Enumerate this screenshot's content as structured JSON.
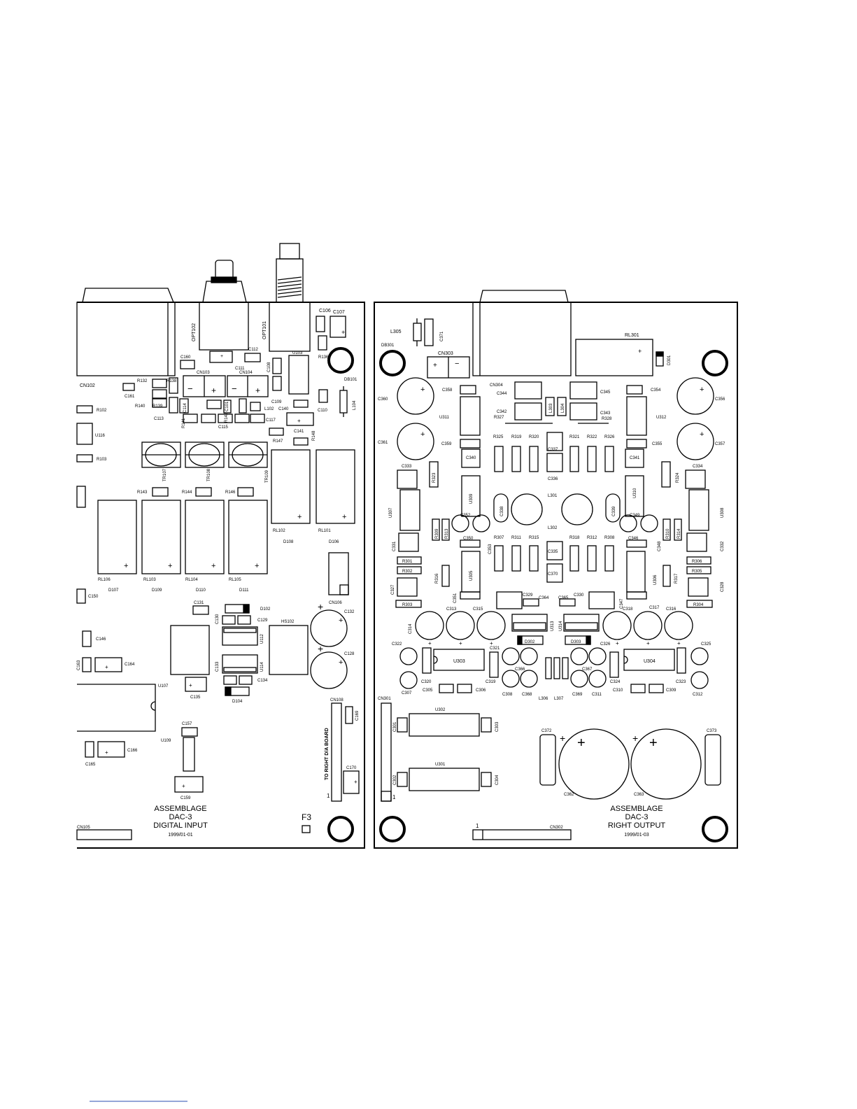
{
  "left_board": {
    "title_lines": [
      "ASSEMBLAGE",
      "DAC-3",
      "DIGITAL INPUT"
    ],
    "date": "1999/01-01",
    "fuse_label": "F3",
    "side_note": "TO RIGHT D/A BOARD",
    "pin1_label": "1"
  },
  "right_board": {
    "title_lines": [
      "ASSEMBLAGE",
      "DAC-3",
      "RIGHT OUTPUT"
    ],
    "date": "1999/01-03",
    "pin1_label": "1"
  },
  "labels": {
    "CN102": "CN102",
    "OPT102": "OPT102",
    "OPT101": "OPT101",
    "C106": "C106",
    "C107": "C107",
    "R136": "R136",
    "U103": "U103",
    "DB101": "DB101",
    "C112": "C112",
    "C160": "C160",
    "C111": "C111",
    "C108": "C108",
    "CN103": "CN103",
    "CN104": "CN104",
    "R132": "R132",
    "R138": "R138",
    "C161": "C161",
    "R140": "R140",
    "R139": "R139",
    "C109": "C109",
    "C140": "C140",
    "C110": "C110",
    "L104": "L104",
    "R102": "R102",
    "C113": "C113",
    "C114": "C114",
    "C101": "C101",
    "C115": "C115",
    "L102": "L102",
    "C117": "C117",
    "C141": "C141",
    "R141": "R141",
    "R142": "R142",
    "U116": "U116",
    "R147": "R147",
    "R148": "R148",
    "R103": "R103",
    "TR107": "TR107",
    "TR108": "TR108",
    "TR109": "TR109",
    "R143": "R143",
    "R144": "R144",
    "R146": "R146",
    "RL102": "RL102",
    "RL101": "RL101",
    "D108": "D108",
    "D106": "D106",
    "RL106": "RL106",
    "RL103": "RL103",
    "RL104": "RL104",
    "RL105": "RL105",
    "D107": "D107",
    "D109": "D109",
    "D110": "D110",
    "D111": "D111",
    "CN106": "CN106",
    "C150": "C150",
    "C131": "C131",
    "D102": "D102",
    "C130": "C130",
    "C129": "C129",
    "HS102": "HS102",
    "C132": "C132",
    "U112": "U112",
    "C146": "C146",
    "C163": "C163",
    "C164": "C164",
    "C133": "C133",
    "U114": "U114",
    "C134": "C134",
    "C128": "C128",
    "C135": "C135",
    "D104": "D104",
    "U107": "U107",
    "CN108": "CN108",
    "C169": "C169",
    "C157": "C157",
    "U109": "U109",
    "C166": "C166",
    "C165": "C165",
    "C170": "C170",
    "C159": "C159",
    "CN105": "CN105",
    "L305": "L305",
    "C371": "C371",
    "DB301": "DB301",
    "CN303": "CN303",
    "RL301": "RL301",
    "D301": "D301",
    "C358": "C358",
    "CN304": "CN304",
    "C344": "C344",
    "C345": "C345",
    "C354": "C354",
    "C360": "C360",
    "C356": "C356",
    "U311": "U311",
    "C342": "C342",
    "L303": "L303",
    "L304": "L304",
    "C343": "C343",
    "U312": "U312",
    "R327": "R327",
    "R328": "R328",
    "R325": "R325",
    "R319": "R319",
    "R320": "R320",
    "R321": "R321",
    "R322": "R322",
    "R326": "R326",
    "C361": "C361",
    "C359": "C359",
    "C337": "C337",
    "C355": "C355",
    "C357": "C357",
    "C340": "C340",
    "C341": "C341",
    "C333": "C333",
    "C334": "C334",
    "R323": "R323",
    "C336": "C336",
    "R324": "R324",
    "L301": "L301",
    "U307": "U307",
    "U309": "U309",
    "C338": "C338",
    "C339": "C339",
    "U310": "U310",
    "U308": "U308",
    "C352": "C352",
    "C349": "C349",
    "L302": "L302",
    "R309": "R309",
    "R313": "R313",
    "R310": "R310",
    "R314": "R314",
    "C331": "C331",
    "C350": "C350",
    "R307": "R307",
    "R311": "R311",
    "R315": "R315",
    "R318": "R318",
    "R312": "R312",
    "R308": "R308",
    "C346": "C346",
    "C348": "C348",
    "C332": "C332",
    "C353": "C353",
    "C335": "C335",
    "R301": "R301",
    "R306": "R306",
    "R302": "R302",
    "R305": "R305",
    "U305": "U305",
    "U306": "U306",
    "C327": "C327",
    "R316": "R316",
    "C370": "C370",
    "R317": "R317",
    "C328": "C328",
    "C351": "C351",
    "C329": "C329",
    "C330": "C330",
    "C347": "C347",
    "R303": "R303",
    "C364": "C364",
    "C365": "C365",
    "R304": "R304",
    "C313": "C313",
    "C315": "C315",
    "C318": "C318",
    "C317": "C317",
    "C316": "C316",
    "C314": "C314",
    "U313": "U313",
    "U314": "U314",
    "C322": "C322",
    "D302": "D302",
    "D303": "D303",
    "C326": "C326",
    "C325": "C325",
    "C321": "C321",
    "U303": "U303",
    "U304": "U304",
    "C366": "C366",
    "C367": "C367",
    "C320": "C320",
    "C319": "C319",
    "C324": "C324",
    "C323": "C323",
    "C307": "C307",
    "C305": "C305",
    "C306": "C306",
    "C308": "C308",
    "C368": "C368",
    "L306": "L306",
    "L307": "L307",
    "C369": "C369",
    "C311": "C311",
    "C310": "C310",
    "C309": "C309",
    "C312": "C312",
    "CN301": "CN301",
    "U302": "U302",
    "C301": "C301",
    "C303": "C303",
    "C372": "C372",
    "C373": "C373",
    "U301": "U301",
    "C302": "C302",
    "C304": "C304",
    "C362": "C362",
    "C363": "C363",
    "CN302": "CN302"
  }
}
